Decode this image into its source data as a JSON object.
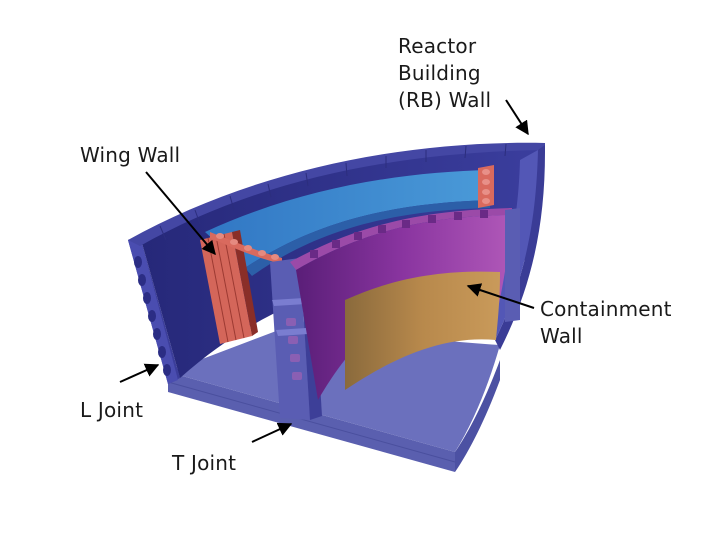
{
  "labels": {
    "reactor_building_wall": "Reactor\nBuilding\n(RB) Wall",
    "wing_wall": "Wing Wall",
    "containment_wall": "Containment\nWall",
    "l_joint": "L Joint",
    "t_joint": "T Joint"
  },
  "colors": {
    "rb_wall_top": "#3d3f98",
    "rb_wall_face": "#2a2c86",
    "floor_slab": "#6b70bd",
    "floor_edge": "#595eae",
    "inner_water": "#3a86cc",
    "wing_wall": "#d96a5e",
    "containment_outer": "#7e2a90",
    "containment_inner": "#b98a4d",
    "arrow": "#000000"
  }
}
